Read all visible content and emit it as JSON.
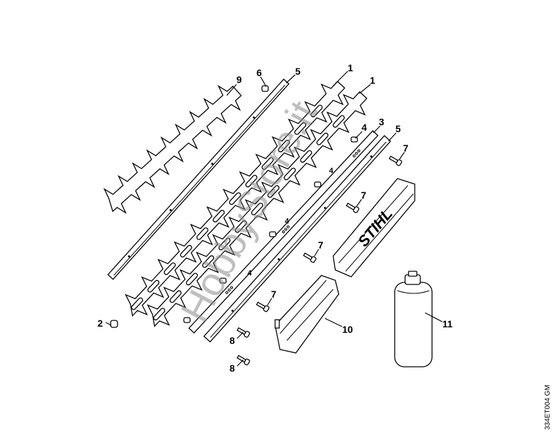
{
  "diagram": {
    "callouts": {
      "blade_lower": "9",
      "nut_top": "6",
      "strip_left": "5",
      "blade_upper_a": "1",
      "blade_upper_b": "1",
      "spacer": "4",
      "bar": "3",
      "strip_right": "5",
      "screw_a": "7",
      "screw_b": "7",
      "screw_c": "7",
      "screw_d": "7",
      "nut_bottom": "2",
      "screw_e": "8",
      "screw_f": "8",
      "guard": "10",
      "bottle": "11",
      "inner_a": "4",
      "inner_b": "4",
      "inner_c": "4"
    },
    "brand_logo": "STIHL",
    "watermark": "HobbyStore.it",
    "drawing_code": "334ET004 GM"
  }
}
